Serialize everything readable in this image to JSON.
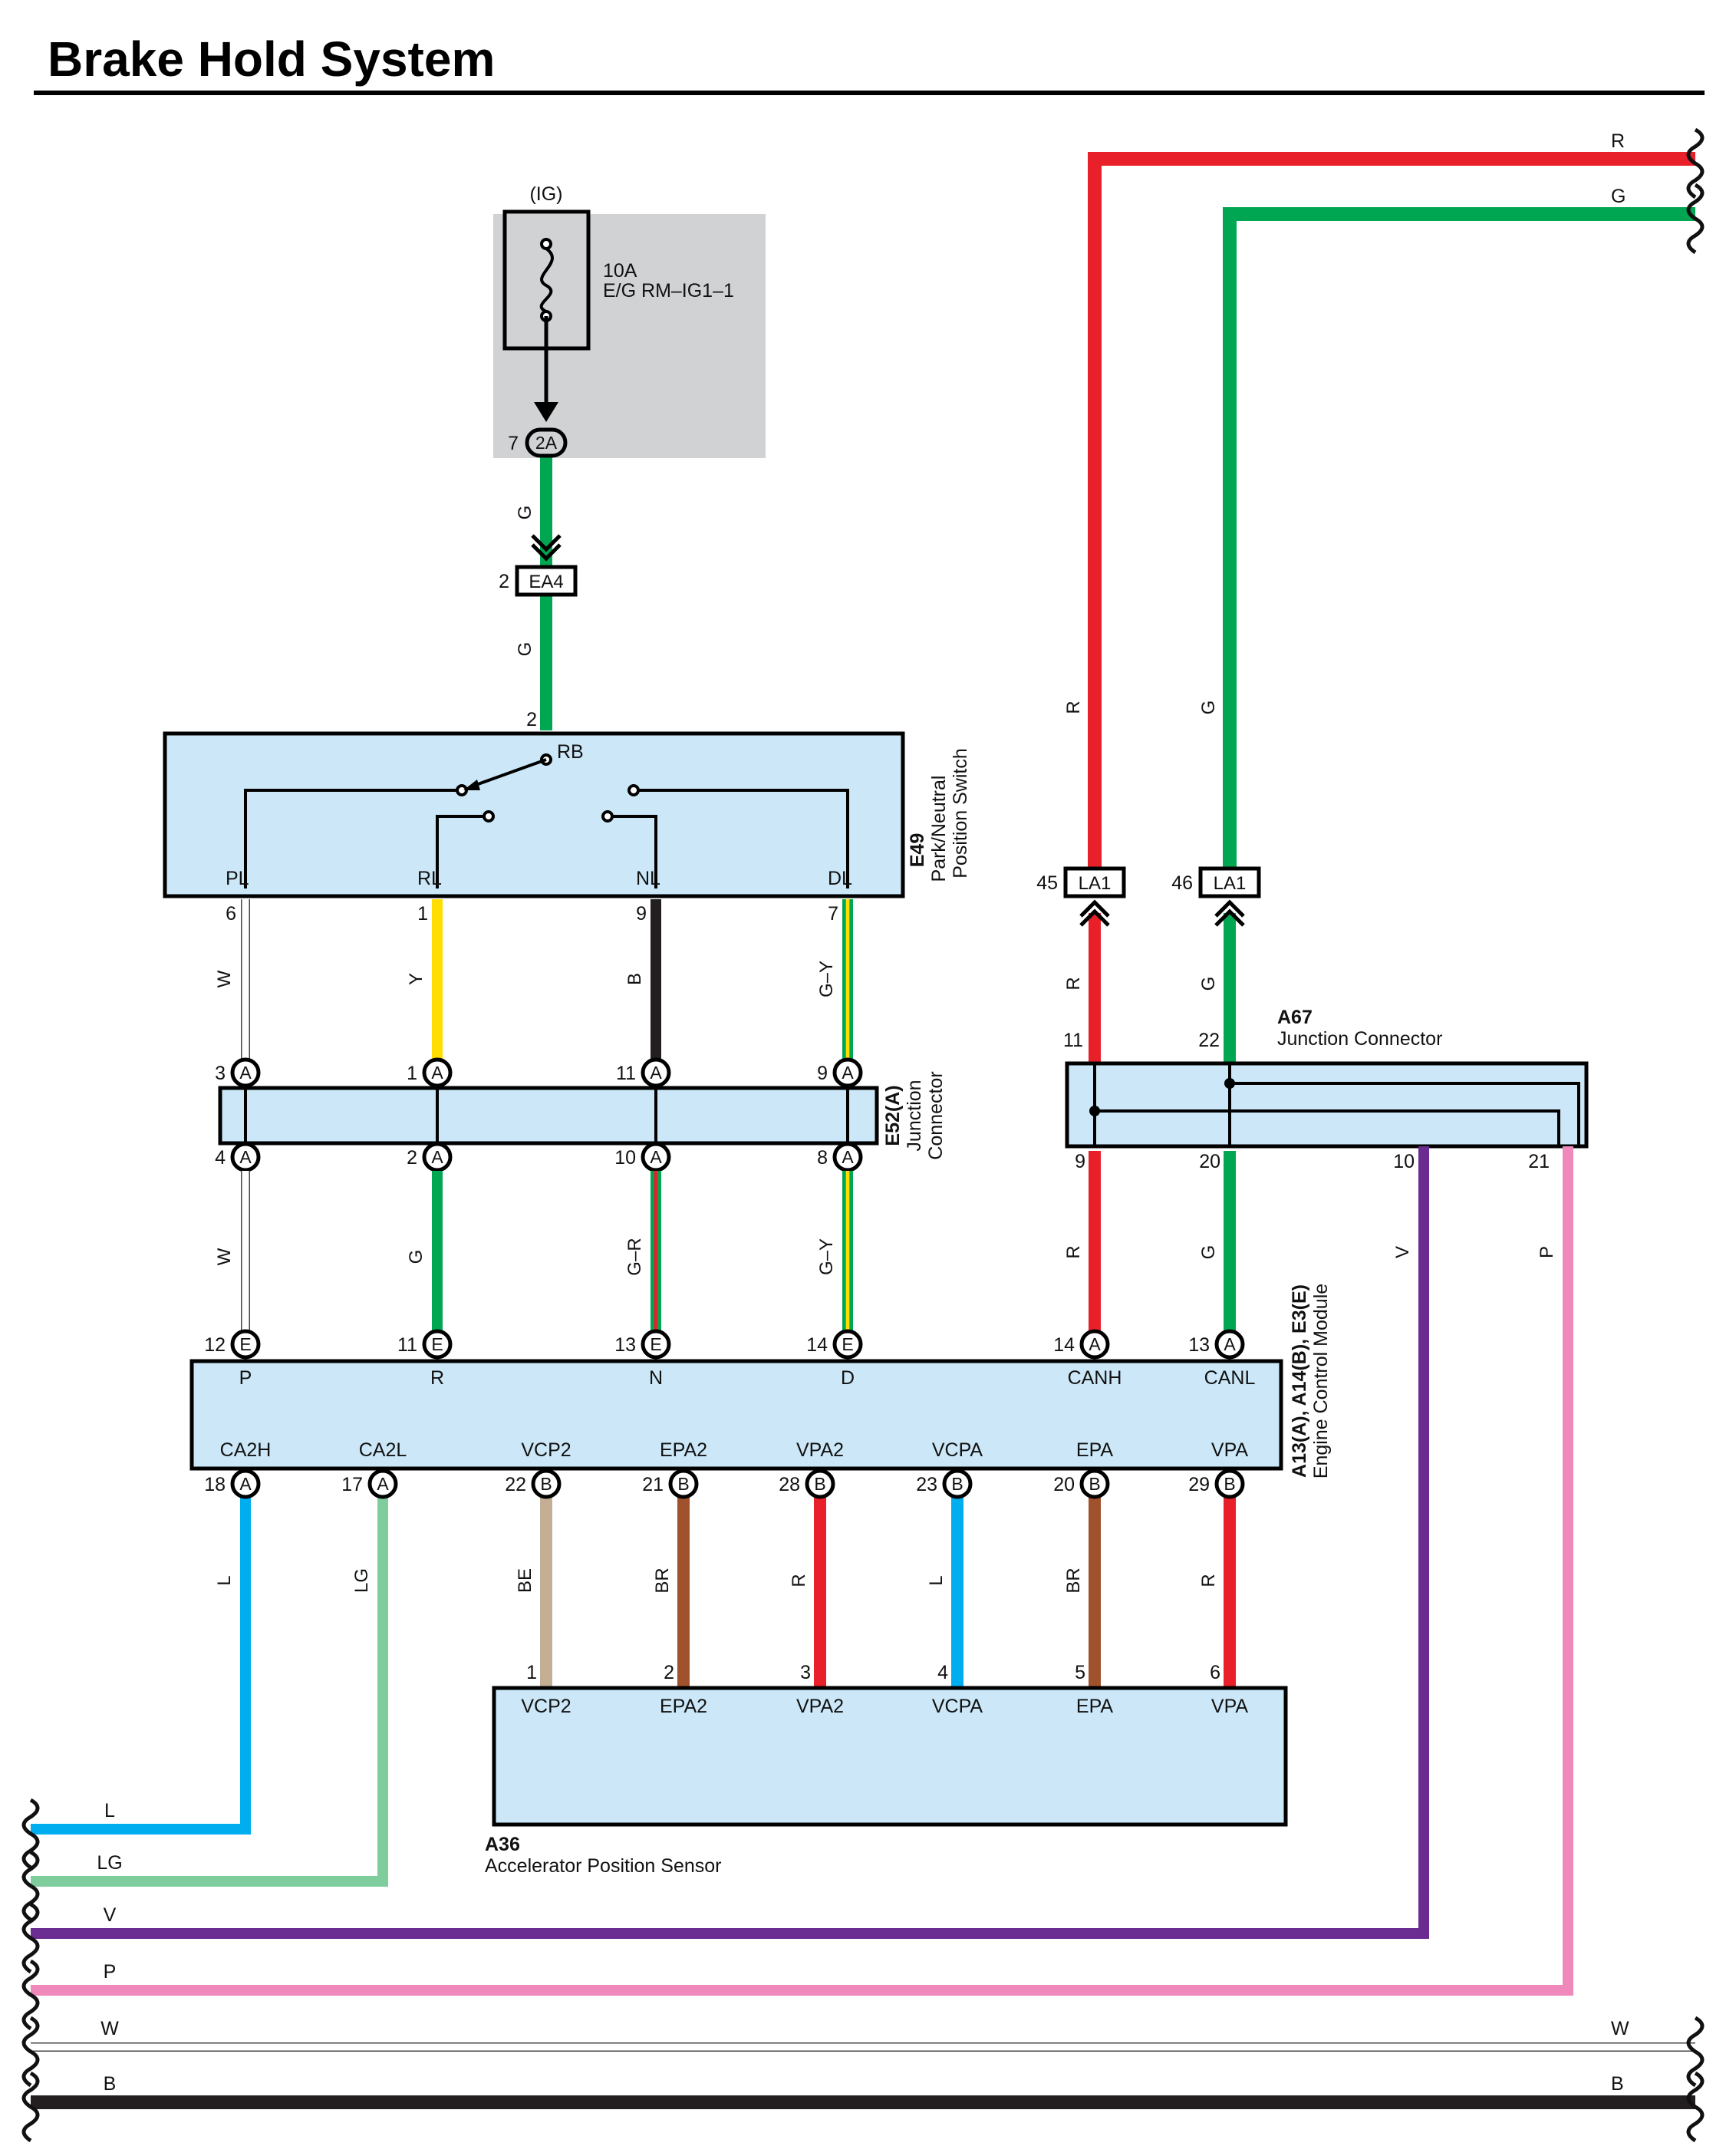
{
  "title": "Brake Hold System",
  "colors": {
    "R": "#e8202a",
    "G": "#00a651",
    "W": "#ffffff",
    "Y": "#ffdd00",
    "B": "#231f20",
    "L": "#00aeef",
    "LG": "#7fcc9c",
    "V": "#6a2c91",
    "P": "#ef88bb",
    "BE": "#c4ae94",
    "BR": "#a0522d",
    "component_fill": "#cce8f8",
    "fuse_box_fill": "#d1d2d4"
  },
  "fuse": {
    "source": "(IG)",
    "rating": "10A",
    "name": "E/G RM–IG1–1",
    "connector": "2A",
    "pin": "7"
  },
  "connectors": {
    "ea4": {
      "id": "EA4",
      "pin": "2"
    },
    "la1_r": {
      "id": "LA1",
      "pin": "45"
    },
    "la1_g": {
      "id": "LA1",
      "pin": "46"
    }
  },
  "components": {
    "e49": {
      "id": "E49",
      "name": "Park/Neutral",
      "name2": "Position Switch",
      "input_pin": "2",
      "input_label": "RB",
      "terminals": [
        "PL",
        "RL",
        "NL",
        "DL"
      ],
      "pins": [
        "6",
        "1",
        "9",
        "7"
      ]
    },
    "e52": {
      "id": "E52(A)",
      "name": "Junction",
      "name2": "Connector",
      "letter": "A",
      "top_pins": [
        "3",
        "1",
        "11",
        "9"
      ],
      "bottom_pins": [
        "4",
        "2",
        "10",
        "8"
      ]
    },
    "a67": {
      "id": "A67",
      "name": "Junction Connector",
      "top_pins": [
        "11",
        "22"
      ],
      "bottom_pins": [
        "9",
        "20",
        "10",
        "21"
      ]
    },
    "ecm": {
      "id": "A13(A), A14(B), E3(E)",
      "name": "Engine Control Module",
      "top_terminals": [
        "P",
        "R",
        "N",
        "D",
        "CANH",
        "CANL"
      ],
      "top_pins": [
        "12",
        "11",
        "13",
        "14",
        "14",
        "13"
      ],
      "top_letters": [
        "E",
        "E",
        "E",
        "E",
        "A",
        "A"
      ],
      "bottom_terminals": [
        "CA2H",
        "CA2L",
        "VCP2",
        "EPA2",
        "VPA2",
        "VCPA",
        "EPA",
        "VPA"
      ],
      "bottom_pins": [
        "18",
        "17",
        "22",
        "21",
        "28",
        "23",
        "20",
        "29"
      ],
      "bottom_letters": [
        "A",
        "A",
        "B",
        "B",
        "B",
        "B",
        "B",
        "B"
      ]
    },
    "a36": {
      "id": "A36",
      "name": "Accelerator Position Sensor",
      "terminals": [
        "VCP2",
        "EPA2",
        "VPA2",
        "VCPA",
        "EPA",
        "VPA"
      ],
      "pins": [
        "1",
        "2",
        "3",
        "4",
        "5",
        "6"
      ]
    }
  },
  "wires": {
    "fuse_to_ea4": "G",
    "ea4_to_e49": "G",
    "e49_to_e52": [
      "W",
      "Y",
      "B",
      "G–Y"
    ],
    "e52_to_ecm": [
      "W",
      "G",
      "G–R",
      "G–Y"
    ],
    "ecm_to_a36": [
      "BE",
      "BR",
      "R",
      "L",
      "BR",
      "R"
    ],
    "ecm_ca": [
      "L",
      "LG"
    ],
    "can_top": [
      "R",
      "G"
    ],
    "can_mid": [
      "R",
      "G"
    ],
    "can_low": [
      "R",
      "G"
    ],
    "a67_out": [
      "V",
      "P"
    ]
  },
  "bus_left": [
    "L",
    "LG",
    "V",
    "P",
    "W",
    "B"
  ],
  "bus_right_top": [
    "R",
    "G"
  ],
  "bus_right_bottom": [
    "W",
    "B"
  ]
}
